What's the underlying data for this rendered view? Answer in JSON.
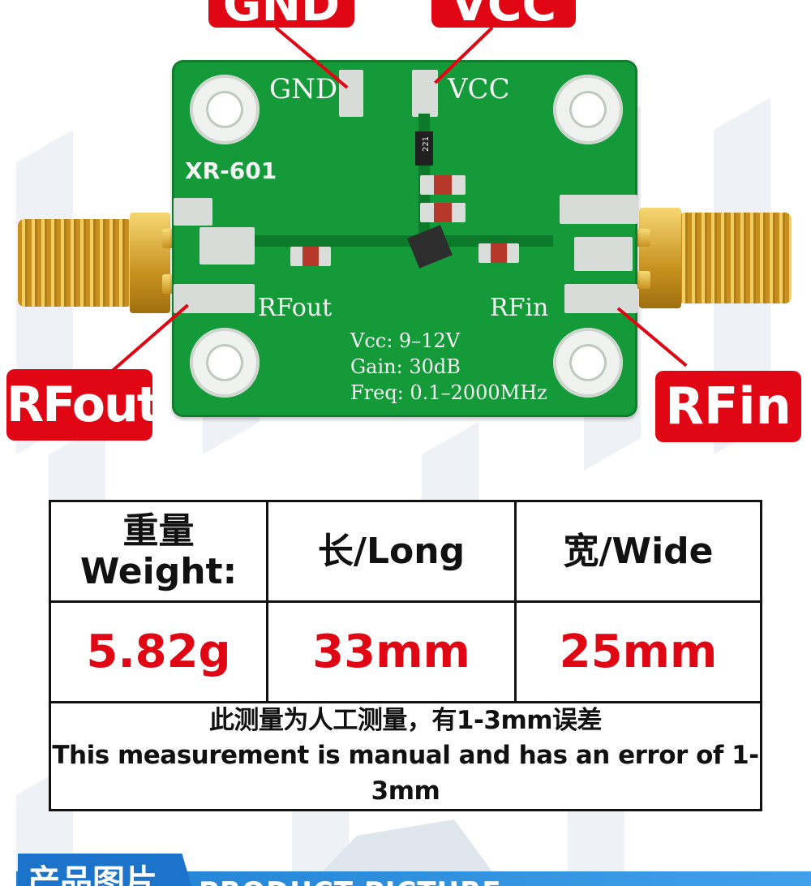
{
  "callouts": {
    "gnd": "GND",
    "vcc": "VCC",
    "rfout": "RFout",
    "rfin": "RFin"
  },
  "board": {
    "model": "XR-601",
    "gnd_label": "GND",
    "vcc_label": "VCC",
    "rfout_label": "RFout",
    "rfin_label": "RFin",
    "resistor_code": "221",
    "spec_vcc": "Vcc: 9–12V",
    "spec_gain": "Gain: 30dB",
    "spec_freq": "Freq: 0.1–2000MHz"
  },
  "table": {
    "weight_cn": "重量",
    "weight_en": "Weight:",
    "long_header": "长/Long",
    "wide_header": "宽/Wide",
    "weight_value": "5.82g",
    "long_value": "33mm",
    "wide_value": "25mm",
    "note_cn": "此测量为人工测量，有1-3mm误差",
    "note_en": "This measurement is manual and has an error of 1-3mm"
  },
  "banner": {
    "title_cn": "产品图片",
    "title_en": "PRODUCT PICTURE"
  },
  "colors": {
    "accent_red": "#e10613",
    "pcb_green": "#159a3a",
    "banner_blue": "#1f7fd2"
  }
}
